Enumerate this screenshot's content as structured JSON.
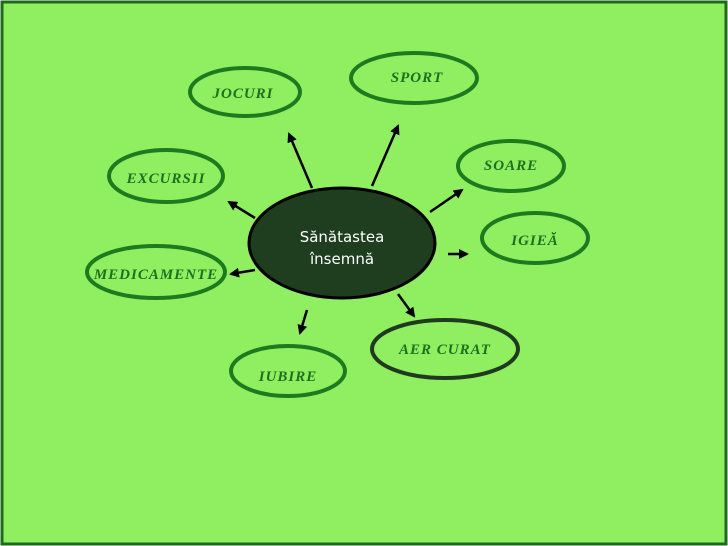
{
  "diagram": {
    "center": {
      "line1": "Sănătastea",
      "line2": "însemnă"
    },
    "nodes": {
      "jocuri": "JOCURI",
      "sport": "SPORT",
      "excursii": "EXCURSII",
      "soare": "SOARE",
      "igiea": "IGIEĂ",
      "medicamente": "MEDICAMENTE",
      "aer_curat": "AER CURAT",
      "iubire": "IUBIRE"
    }
  },
  "colors": {
    "background": "#90ee61",
    "border": "#1d6b1d",
    "node_outline": "#1e7a1e",
    "center_fill": "#1f3d1f",
    "arrow": "#000000",
    "text": "#1f6f1f"
  }
}
